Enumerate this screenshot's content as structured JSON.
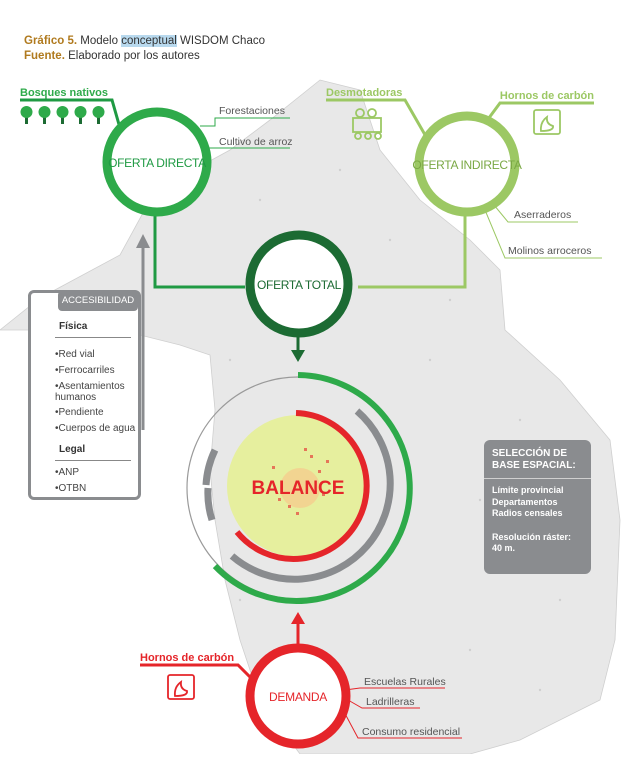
{
  "caption": {
    "label": "Gráfico 5.",
    "title_pre": "Modelo ",
    "title_highlight": "conceptual",
    "title_post": " WISDOM Chaco",
    "source_label": "Fuente.",
    "source_text": "Elaborado por los autores"
  },
  "top_labels": {
    "bosques": "Bosques nativos",
    "desmotadoras": "Desmotadoras",
    "hornos_top": "Hornos de carbón"
  },
  "nodes": {
    "oferta_directa": "OFERTA DIRECTA",
    "oferta_indirecta": "OFERTA INDIRECTA",
    "oferta_total": "OFERTA TOTAL",
    "balance": "BALANCE",
    "demanda": "DEMANDA"
  },
  "directa_items": [
    "Forestaciones",
    "Cultivo de arroz"
  ],
  "indirecta_items": [
    "Aserraderos",
    "Molinos arroceros"
  ],
  "demanda": {
    "label": "Hornos de carbón",
    "items": [
      "Escuelas Rurales",
      "Ladrilleras",
      "Consumo residencial"
    ]
  },
  "accesibilidad": {
    "title": "ACCESIBILIDAD",
    "fisica_label": "Física",
    "fisica": [
      "•Red vial",
      "•Ferrocarriles",
      "•Asentamientos humanos",
      "•Pendiente",
      "•Cuerpos de agua"
    ],
    "legal_label": "Legal",
    "legal": [
      "•ANP",
      "•OTBN"
    ]
  },
  "seleccion": {
    "title": "SELECCIÓN DE BASE ESPACIAL:",
    "lines": [
      "Límite provincial",
      "Departamentos",
      "Radios censales"
    ],
    "resolution_label": "Resolución ráster:",
    "resolution_value": "40 m."
  },
  "colors": {
    "green_dark": "#1f9a43",
    "green_mid": "#2eaa4a",
    "green_light": "#9cc864",
    "green_deep": "#1c6b33",
    "red": "#e5252a",
    "grey": "#8a8c8f",
    "balance_fill": "#e6ef9e",
    "orange": "#f2a55a"
  }
}
